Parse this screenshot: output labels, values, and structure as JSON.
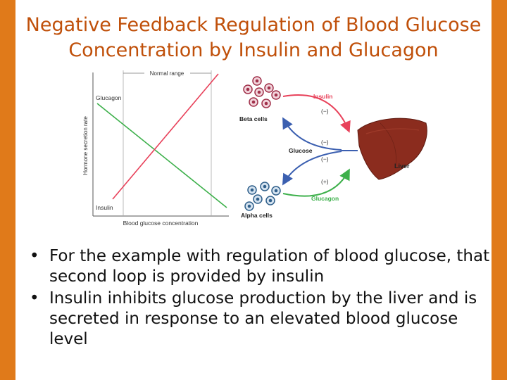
{
  "colors": {
    "side_bar": "#e07a1a",
    "title": "#c0500a",
    "glucagon_line": "#3db04b",
    "insulin_line": "#e8415a",
    "insulin_arrow": "#e8415a",
    "glucose_arrow": "#3b5fb0",
    "glucagon_arrow": "#3db04b",
    "liver": "#8b2c1e",
    "beta_cell": "#a0304a",
    "alpha_cell": "#2f5f8a"
  },
  "slide": {
    "title_line1": "Negative Feedback Regulation of Blood Glucose",
    "title_line2": "Concentration by Insulin and Glucagon"
  },
  "graph": {
    "normal_range": "Normal range",
    "y_axis": "Hormone secretion rate",
    "x_axis": "Blood glucose concentration",
    "glucagon": "Glucagon",
    "insulin": "Insulin"
  },
  "pathway": {
    "beta_cells": "Beta cells",
    "alpha_cells": "Alpha cells",
    "insulin": "Insulin",
    "glucagon": "Glucagon",
    "glucose": "Glucose",
    "liver": "Liver",
    "sign_insulin": "(−)",
    "sign_glucose_up": "(−)",
    "sign_glucose_down": "(−)",
    "sign_glucagon": "(+)"
  },
  "bullets": [
    "For the example with regulation of blood glucose, that second loop is provided by insulin",
    "Insulin inhibits glucose production by the liver and is secreted in response to an elevated blood glucose level"
  ],
  "bullet_glyph": "•"
}
